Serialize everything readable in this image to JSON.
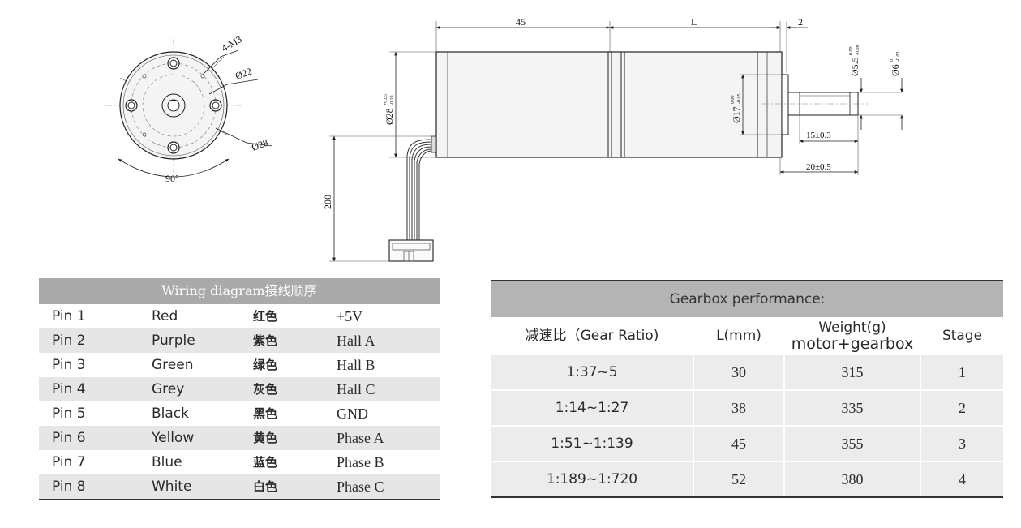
{
  "drawing": {
    "front_view": {
      "label_holes": "4-M3",
      "label_bolt_circle": "Ø22",
      "label_outer": "Ø28",
      "label_angle": "90°"
    },
    "side_view": {
      "dim_gearbox_length": "45",
      "dim_motor_length": "L",
      "dim_boss": "2",
      "dim_body_diameter": "Ø28",
      "dim_body_tol_upper": "+0.05",
      "dim_body_tol_lower": "-0.10",
      "dim_boss_diameter": "Ø17",
      "dim_boss_tol_upper": "0.00",
      "dim_boss_tol_lower": "-0.05",
      "dim_flat": "Ø5.5",
      "dim_flat_tol_upper": "0.00",
      "dim_flat_tol_lower": "-0.08",
      "dim_shaft": "Ø6",
      "dim_shaft_tol_upper": "0",
      "dim_shaft_tol_lower": "-0.03",
      "dim_flat_length": "15±0.3",
      "dim_shaft_length": "20±0.5",
      "dim_lead_length": "200"
    }
  },
  "wiring": {
    "title": "Wiring diagram接线顺序",
    "rows": [
      {
        "pin": "Pin 1",
        "color": "Red",
        "cn": "红色",
        "signal": "+5V"
      },
      {
        "pin": "Pin 2",
        "color": "Purple",
        "cn": "紫色",
        "signal": "Hall A"
      },
      {
        "pin": "Pin 3",
        "color": "Green",
        "cn": "绿色",
        "signal": "Hall B"
      },
      {
        "pin": "Pin 4",
        "color": "Grey",
        "cn": "灰色",
        "signal": "Hall C"
      },
      {
        "pin": "Pin 5",
        "color": "Black",
        "cn": "黑色",
        "signal": "GND"
      },
      {
        "pin": "Pin 6",
        "color": "Yellow",
        "cn": "黄色",
        "signal": "Phase A"
      },
      {
        "pin": "Pin 7",
        "color": "Blue",
        "cn": "蓝色",
        "signal": "Phase B"
      },
      {
        "pin": "Pin 8",
        "color": "White",
        "cn": "白色",
        "signal": "Phase C"
      }
    ]
  },
  "gearbox": {
    "title": "Gearbox performance:",
    "headers": {
      "ratio": "减速比（Gear Ratio)",
      "length": "L(mm)",
      "weight_line1": "Weight(g)",
      "weight_line2": "motor+gearbox",
      "stage": "Stage"
    },
    "rows": [
      {
        "ratio": "1:37~5",
        "length": "30",
        "weight": "315",
        "stage": "1"
      },
      {
        "ratio": "1:14~1:27",
        "length": "38",
        "weight": "335",
        "stage": "2"
      },
      {
        "ratio": "1:51~1:139",
        "length": "45",
        "weight": "355",
        "stage": "3"
      },
      {
        "ratio": "1:189~1:720",
        "length": "52",
        "weight": "380",
        "stage": "4"
      }
    ]
  }
}
